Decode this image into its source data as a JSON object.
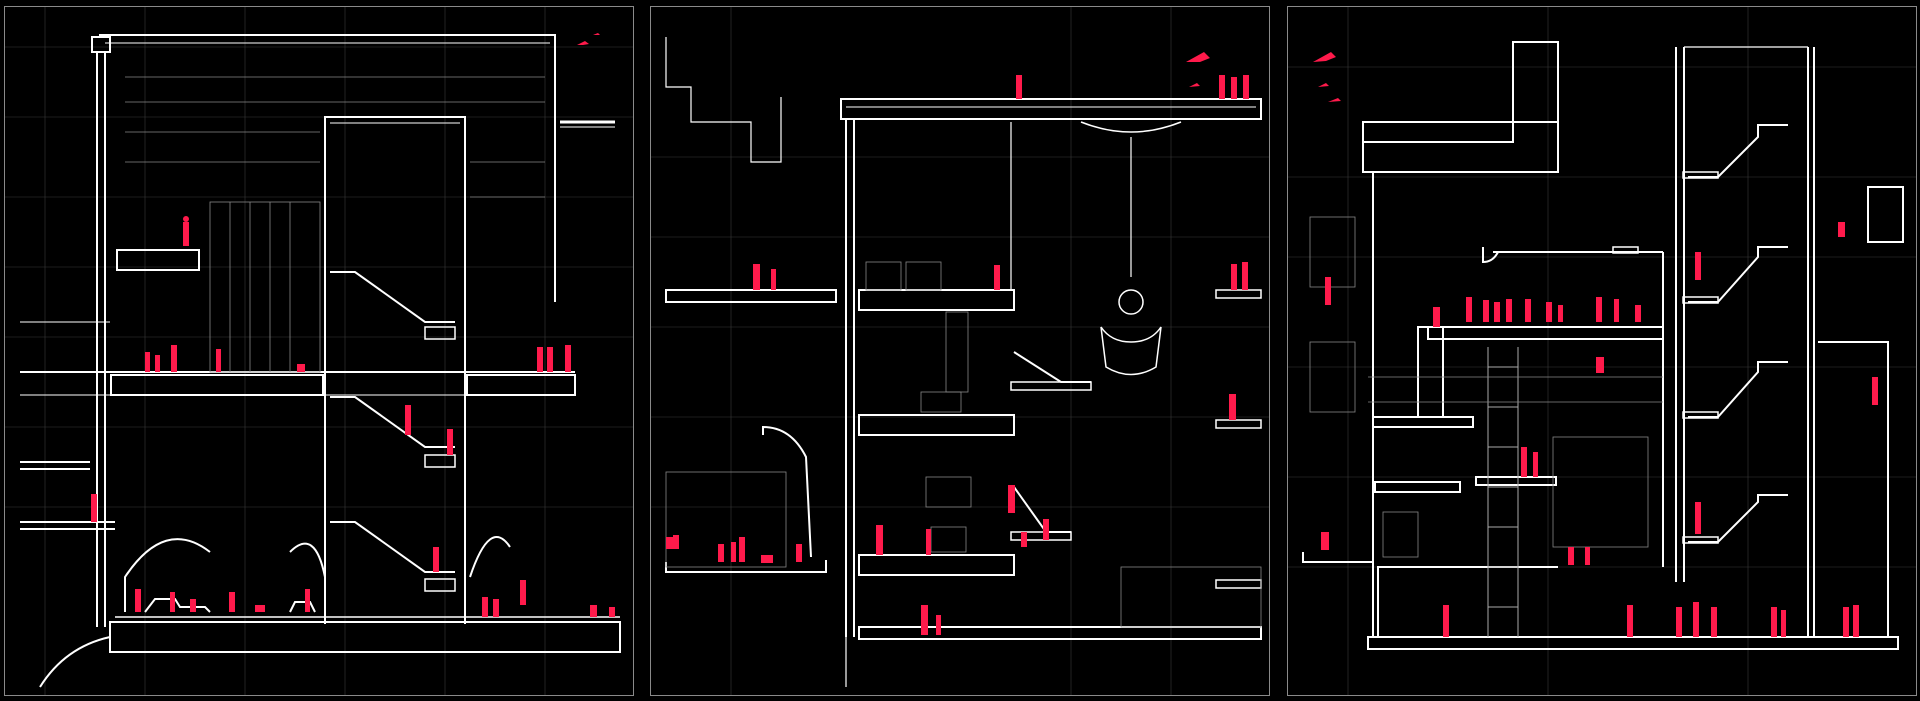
{
  "title": "",
  "colors": {
    "background": "#000000",
    "linework": "#ffffff",
    "faint_line": "#5a5a5a",
    "frame": "#8a8a8a",
    "figures": "#ff1a4b"
  },
  "panels": [
    {
      "id": "section-1",
      "label": ""
    },
    {
      "id": "section-2",
      "label": ""
    },
    {
      "id": "section-3",
      "label": ""
    }
  ]
}
